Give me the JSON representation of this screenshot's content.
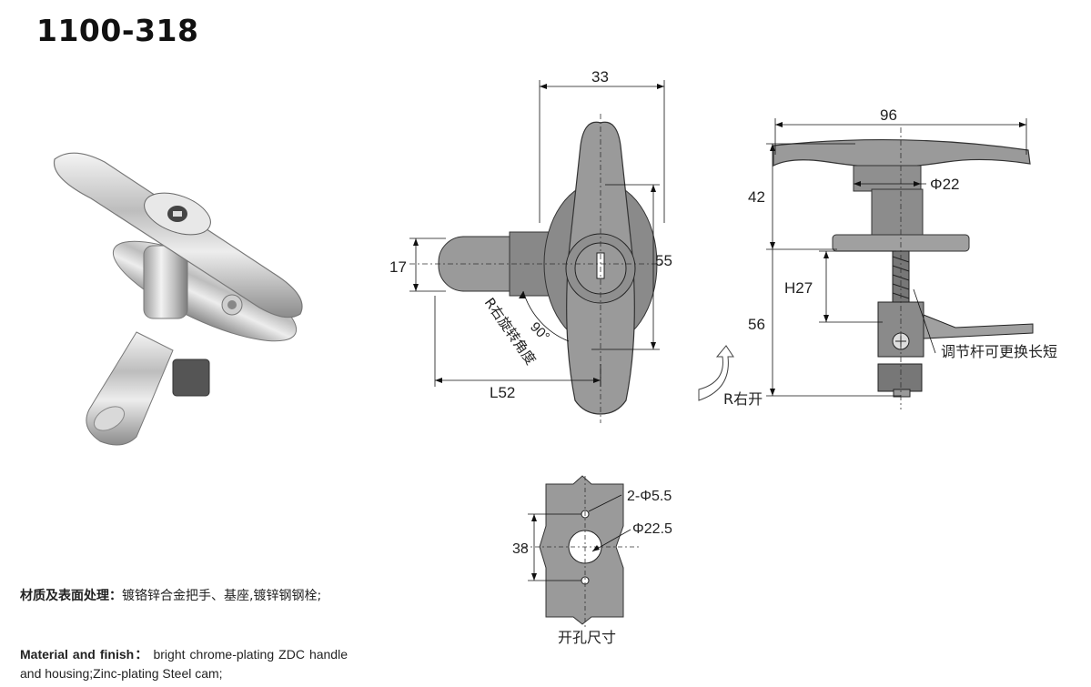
{
  "model": "1100-318",
  "material": {
    "zh_label": "材质及表面处理：",
    "zh_text": "镀铬锌合金把手、基座,镀锌钢钢栓;",
    "en_label": "Material and finish：",
    "en_text": "bright chrome-plating ZDC handle and housing;Zinc-plating Steel cam;"
  },
  "front_view": {
    "dim_width": "33",
    "dim_height": "55",
    "dim_cam_width": "17",
    "dim_cam_length": "L52",
    "rotation_angle": "90°",
    "rotation_label": "R右旋转角度"
  },
  "side_view": {
    "dim_handle_width": "96",
    "dim_handle_height": "42",
    "dim_body_diameter": "Φ22",
    "dim_h": "H27",
    "dim_total": "56",
    "rod_note": "调节杆可更换长短",
    "open_direction": "R右开"
  },
  "cutout": {
    "dim_holes": "2-Φ5.5",
    "dim_hole": "Φ22.5",
    "dim_spacing": "38",
    "label": "开孔尺寸"
  },
  "colors": {
    "part_gray": "#9a9a9a",
    "part_dark": "#6e6e6e",
    "line": "#111111"
  }
}
